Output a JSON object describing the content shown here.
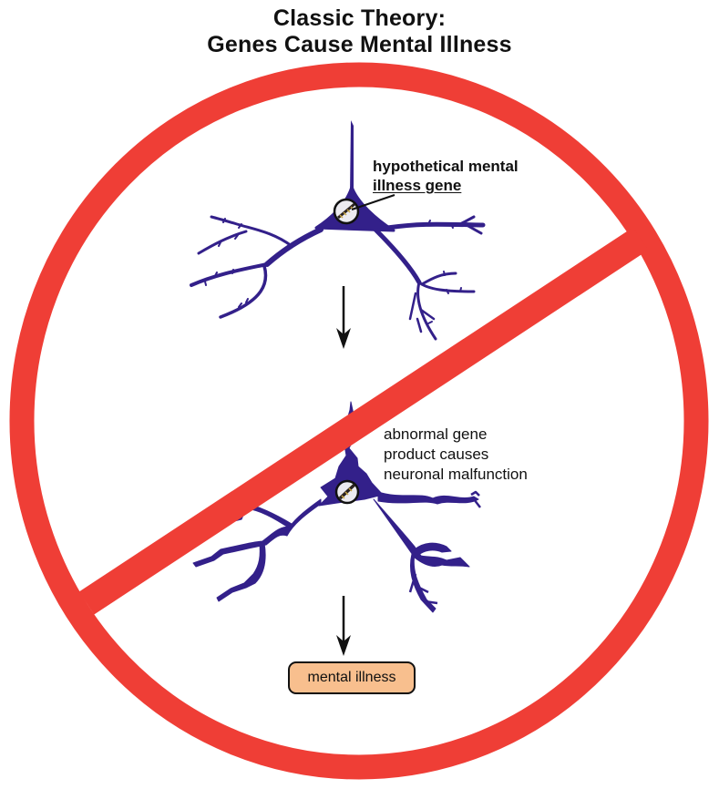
{
  "title": {
    "line1": "Classic Theory:",
    "line2": "Genes Cause Mental Illness"
  },
  "labels": {
    "gene_line1": "hypothetical mental",
    "gene_line2": "illness gene",
    "abnormal_line1": "abnormal gene",
    "abnormal_line2": "product causes",
    "abnormal_line3": "neuronal malfunction",
    "outcome": "mental illness"
  },
  "colors": {
    "prohibition_red": "#ef3e36",
    "neuron_purple": "#33208a",
    "outcome_fill": "#f8bf8e",
    "text": "#111111"
  },
  "diagram": {
    "overlay": "prohibition-sign",
    "nodes": [
      "healthy-neuron",
      "malfunctioning-neuron",
      "mental-illness"
    ],
    "flow": [
      "hypothetical mental illness gene",
      "abnormal gene product causes neuronal malfunction",
      "mental illness"
    ]
  }
}
